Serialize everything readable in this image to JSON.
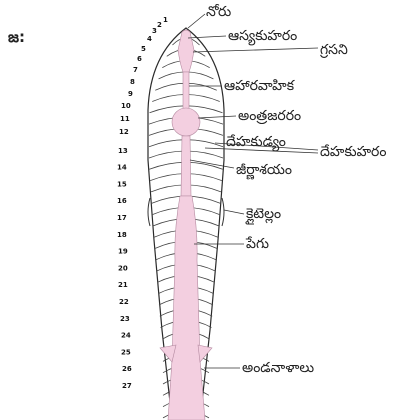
{
  "question_label": "జ:",
  "labels": {
    "mouth": "నోరు",
    "buccal_cavity": "ఆస్యకుహరం",
    "pharynx": "గ్రసని",
    "oesophagus": "ఆహారవాహిక",
    "gizzard": "అంత్రజరరం",
    "septum": "దేహకుడ్యం",
    "coelom": "దేహకుహరం",
    "stomach": "జీర్ణాశయం",
    "clitellum": "క్లైటెల్లం",
    "intestine": "పేగు",
    "caeca": "అండనాళాలు"
  },
  "segment_numbers": [
    "1",
    "2",
    "3",
    "4",
    "5",
    "6",
    "7",
    "8",
    "9",
    "10",
    "11",
    "12",
    "13",
    "14",
    "15",
    "16",
    "17",
    "18",
    "19",
    "20",
    "21",
    "22",
    "23",
    "24",
    "25",
    "26",
    "27"
  ]
}
